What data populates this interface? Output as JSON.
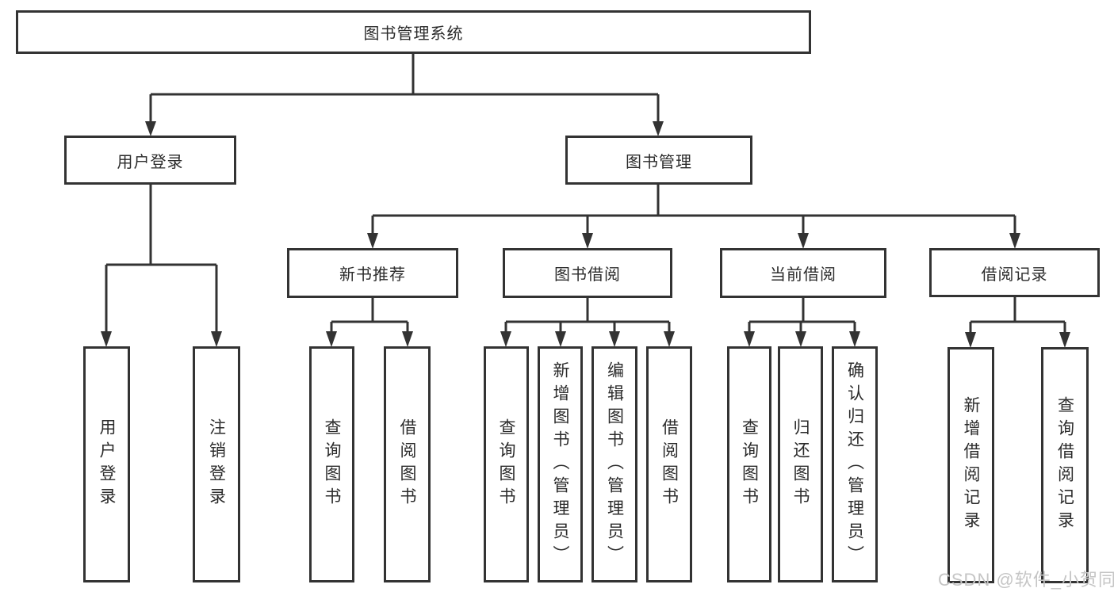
{
  "page": {
    "background": "#ffffff"
  },
  "diagram": {
    "type": "tree",
    "root_id": "root",
    "edges": [
      {
        "from": "root",
        "to": [
          "user_login",
          "book_mgmt"
        ]
      },
      {
        "from": "user_login",
        "to": [
          "leaf_user_login",
          "leaf_logout"
        ]
      },
      {
        "from": "book_mgmt",
        "to": [
          "new_book_rec",
          "book_borrow",
          "current_borrow",
          "borrow_records"
        ]
      },
      {
        "from": "new_book_rec",
        "to": [
          "leaf_query_book_1",
          "leaf_borrow_book_1"
        ]
      },
      {
        "from": "book_borrow",
        "to": [
          "leaf_query_book_2",
          "leaf_add_book",
          "leaf_edit_book",
          "leaf_borrow_book_2"
        ]
      },
      {
        "from": "current_borrow",
        "to": [
          "leaf_query_book_3",
          "leaf_return_book",
          "leaf_confirm_return"
        ]
      },
      {
        "from": "borrow_records",
        "to": [
          "leaf_add_record",
          "leaf_query_record"
        ]
      }
    ]
  },
  "nodes": {
    "root": {
      "label": "图书管理系统"
    },
    "user_login": {
      "label": "用户登录"
    },
    "book_mgmt": {
      "label": "图书管理"
    },
    "new_book_rec": {
      "label": "新书推荐"
    },
    "book_borrow": {
      "label": "图书借阅"
    },
    "current_borrow": {
      "label": "当前借阅"
    },
    "borrow_records": {
      "label": "借阅记录"
    },
    "leaf_user_login": {
      "label": "用户登录"
    },
    "leaf_logout": {
      "label": "注销登录"
    },
    "leaf_query_book_1": {
      "label": "查询图书"
    },
    "leaf_borrow_book_1": {
      "label": "借阅图书"
    },
    "leaf_query_book_2": {
      "label": "查询图书"
    },
    "leaf_add_book": {
      "label": "新增图书（管理员）"
    },
    "leaf_edit_book": {
      "label": "编辑图书（管理员）"
    },
    "leaf_borrow_book_2": {
      "label": "借阅图书"
    },
    "leaf_query_book_3": {
      "label": "查询图书"
    },
    "leaf_return_book": {
      "label": "归还图书"
    },
    "leaf_confirm_return": {
      "label": "确认归还（管理员）"
    },
    "leaf_add_record": {
      "label": "新增借阅记录"
    },
    "leaf_query_record": {
      "label": "查询借阅记录"
    }
  },
  "watermark": {
    "text": "CSDN @软件_小贺同学"
  },
  "colors": {
    "line": "#333333",
    "box_border": "#333333",
    "box_fill": "#ffffff",
    "text": "#2b2b2b",
    "watermark": "#c5c5c5"
  }
}
